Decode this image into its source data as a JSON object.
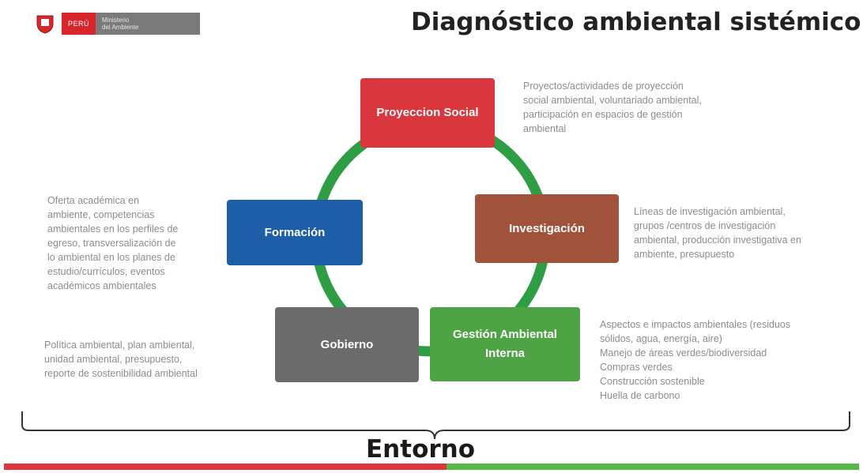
{
  "header": {
    "peru_label": "PERÚ",
    "ministry_line1": "Ministerio",
    "ministry_line2": "del Ambiente",
    "title": "Diagnóstico ambiental sistémico"
  },
  "nodes": {
    "proyeccion": "Proyeccion Social",
    "investigacion": "Investigación",
    "gestion": "Gestión Ambiental Interna",
    "gobierno": "Gobierno",
    "formacion": "Formación"
  },
  "descriptions": {
    "proyeccion": [
      "Proyectos/actividades de proyección",
      "social ambiental, voluntariado ambiental,",
      "participación en espacios de gestión",
      "ambiental"
    ],
    "investigacion": [
      "Líneas de investigación ambiental,",
      "grupos /centros de investigación",
      "ambiental, producción investigativa en",
      "ambiente, presupuesto"
    ],
    "gestion": [
      "Aspectos e impactos ambientales (residuos",
      "sólidos, agua, energía, aire)",
      "Manejo de áreas verdes/biodiversidad",
      "Compras verdes",
      "Construcción sostenible",
      "Huella de carbono"
    ],
    "gobierno": [
      "Política ambiental, plan ambiental,",
      "unidad ambiental, presupuesto,",
      "reporte de sostenibilidad ambiental"
    ],
    "formacion": [
      "Oferta académica en",
      "ambiente, competencias",
      "ambientales en los perfiles de",
      "egreso, transversalización de",
      "lo ambiental en los planes de",
      "estudio/currículos, eventos",
      "académicos ambientales"
    ]
  },
  "footer": {
    "label": "Entorno"
  },
  "colors": {
    "proyeccion": "#d9373d",
    "investigacion": "#a0523a",
    "gestion": "#4ea344",
    "gobierno": "#6b6b6b",
    "formacion": "#1d5ea8",
    "ring": "#2f9d43"
  }
}
